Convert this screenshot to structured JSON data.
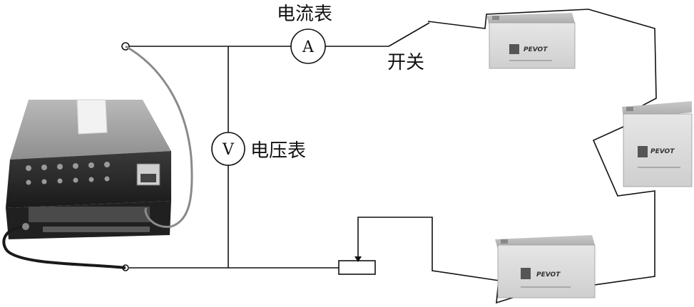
{
  "labels": {
    "ammeter": "电流表",
    "voltmeter": "电压表",
    "switch": "开关"
  },
  "meters": {
    "ammeter_symbol": "A",
    "voltmeter_symbol": "V"
  },
  "battery": {
    "brand": "PEVOT"
  }
}
